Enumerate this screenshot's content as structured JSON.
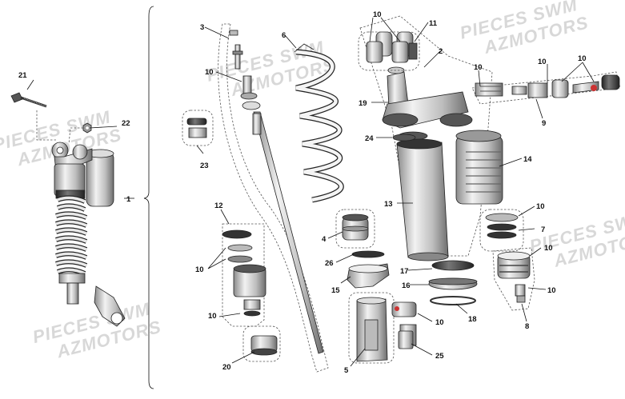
{
  "diagram": {
    "watermarks": [
      "PIECES SWM",
      "AZMOTORS",
      "PIECES SWM",
      "AZMOTORS",
      "PIECES SWM",
      "AZMOTORS",
      "PIECES SWM",
      "AZMOTORS",
      "PIECES SWM",
      "AZMOTORS"
    ],
    "callouts": {
      "c1": "1",
      "c2": "2",
      "c3": "3",
      "c4": "4",
      "c5": "5",
      "c6": "6",
      "c7": "7",
      "c8": "8",
      "c9": "9",
      "c10a": "10",
      "c10b": "10",
      "c10c": "10",
      "c10d": "10",
      "c10e": "10",
      "c10f": "10",
      "c10g": "10",
      "c10h": "10",
      "c10i": "10",
      "c10j": "10",
      "c10k": "10",
      "c11": "11",
      "c12": "12",
      "c13": "13",
      "c14": "14",
      "c15": "15",
      "c16": "16",
      "c17": "17",
      "c18": "18",
      "c19": "19",
      "c20": "20",
      "c21": "21",
      "c22": "22",
      "c23": "23",
      "c24": "24",
      "c25": "25",
      "c26": "26"
    },
    "colors": {
      "line": "#222222",
      "metal": "#c9c9c9",
      "dark": "#444444",
      "watermark": "#d8d8d8"
    }
  }
}
